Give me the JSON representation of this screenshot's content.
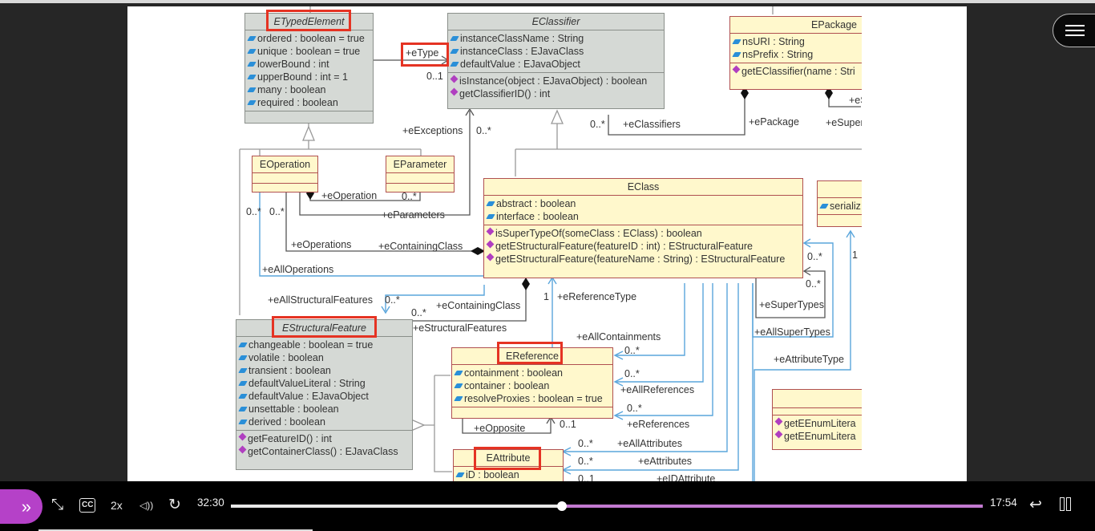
{
  "player": {
    "current_time": "32:30",
    "remaining_time": "17:54",
    "speed": "2x",
    "progress_fraction": 0.44,
    "colors": {
      "accent": "#b541c8",
      "track_remaining": "#c27ad0",
      "track_played": "#e8e8e8"
    },
    "icons": {
      "next": "double-chevron-right-icon",
      "fullscreen": "expand-arrows-icon",
      "captions": "cc-icon",
      "volume": "speaker-icon",
      "repeat": "redo-arrow-icon",
      "return": "return-arrow-icon",
      "pause": "pause-icon",
      "menu": "hamburger-menu-icon"
    },
    "glyphs": {
      "next": "»",
      "fullscreen": "⤡",
      "captions": "CC",
      "volume": "◁))",
      "repeat": "↻",
      "return": "↩"
    }
  },
  "diagram": {
    "classes": {
      "etyped": {
        "name": "ETypedElement",
        "attributes": [
          "ordered : boolean = true",
          "unique : boolean = true",
          "lowerBound : int",
          "upperBound : int = 1",
          "many : boolean",
          "required : boolean"
        ],
        "operations": []
      },
      "eclassifier": {
        "name": "EClassifier",
        "attributes": [
          "instanceClassName : String",
          "instanceClass : EJavaClass",
          "defaultValue : EJavaObject"
        ],
        "operations": [
          "isInstance(object : EJavaObject) : boolean",
          "getClassifierID() : int"
        ]
      },
      "epackage": {
        "name": "EPackage",
        "attributes": [
          "nsURI : String",
          "nsPrefix : String"
        ],
        "operations": [
          "getEClassifier(name : Stri"
        ]
      },
      "eoperation": {
        "name": "EOperation"
      },
      "eparameter": {
        "name": "EParameter"
      },
      "eclass": {
        "name": "EClass",
        "attributes": [
          "abstract : boolean",
          "interface : boolean"
        ],
        "operations": [
          "isSuperTypeOf(someClass : EClass) : boolean",
          "getEStructuralFeature(featureID : int) : EStructuralFeature",
          "getEStructuralFeature(featureName : String) : EStructuralFeature"
        ]
      },
      "edatatype": {
        "name": "",
        "attributes": [
          "serializ"
        ]
      },
      "estructural": {
        "name": "EStructuralFeature",
        "attributes": [
          "changeable : boolean = true",
          "volatile : boolean",
          "transient : boolean",
          "defaultValueLiteral : String",
          "defaultValue : EJavaObject",
          "unsettable : boolean",
          "derived : boolean"
        ],
        "operations": [
          "getFeatureID() : int",
          "getContainerClass() : EJavaClass"
        ]
      },
      "ereference": {
        "name": "EReference",
        "attributes": [
          "containment : boolean",
          "container : boolean",
          "resolveProxies : boolean = true"
        ]
      },
      "eattribute": {
        "name": "EAttribute",
        "attributes": [
          "iD : boolean"
        ]
      },
      "eenum": {
        "name": "",
        "operations": [
          "getEEnumLitera",
          "getEEnumLitera"
        ]
      }
    },
    "labels": {
      "etype": "+eType",
      "etype_mult": "0..1",
      "eexceptions": "+eExceptions",
      "eexceptions_mult": "0..*",
      "eclassifiers_mult": "0..*",
      "eclassifiers": "+eClassifiers",
      "epackage": "+ePackage",
      "esuper_top": "+eSuper",
      "es_top": "+eS",
      "eoperation": "+eOperation",
      "eparams_mult": "0..*",
      "eparameters": "+eParameters",
      "eallops_mult": "0..*",
      "eops_mult": "0..*",
      "eoperations": "+eOperations",
      "econtainingclass1": "+eContainingClass",
      "ealloperations": "+eAllOperations",
      "eallstructural": "+eAllStructuralFeatures",
      "eallstructural_mult": "0..*",
      "estructural_mult": "0..*",
      "econtainingclass2": "+eContainingClass",
      "estructuralfeatures": "+eStructuralFeatures",
      "ereftype_mult": "1",
      "ereferencetype": "+eReferenceType",
      "eallcontainments": "+eAllContainments",
      "eallcont_mult": "0..*",
      "eallrefs_mult": "0..*",
      "eallreferences": "+eAllReferences",
      "erefs_mult": "0..*",
      "ereferences": "+eReferences",
      "eopposite": "+eOpposite",
      "eopposite_mult": "0..1",
      "eallattrs_mult": "0..*",
      "eallattributes": "+eAllAttributes",
      "eattrs_mult": "0..*",
      "eattributes": "+eAttributes",
      "eidattr_mult": "0..1",
      "eidattribute": "+eIDAttribute",
      "esupertypes_mult1": "0..*",
      "esupertypes_mult2": "0..*",
      "esupertypes": "+eSuperTypes",
      "eallsupertypes": "+eAllSuperTypes",
      "eattributetype": "+eAttributeType",
      "eattrtype_mult": "1"
    }
  }
}
